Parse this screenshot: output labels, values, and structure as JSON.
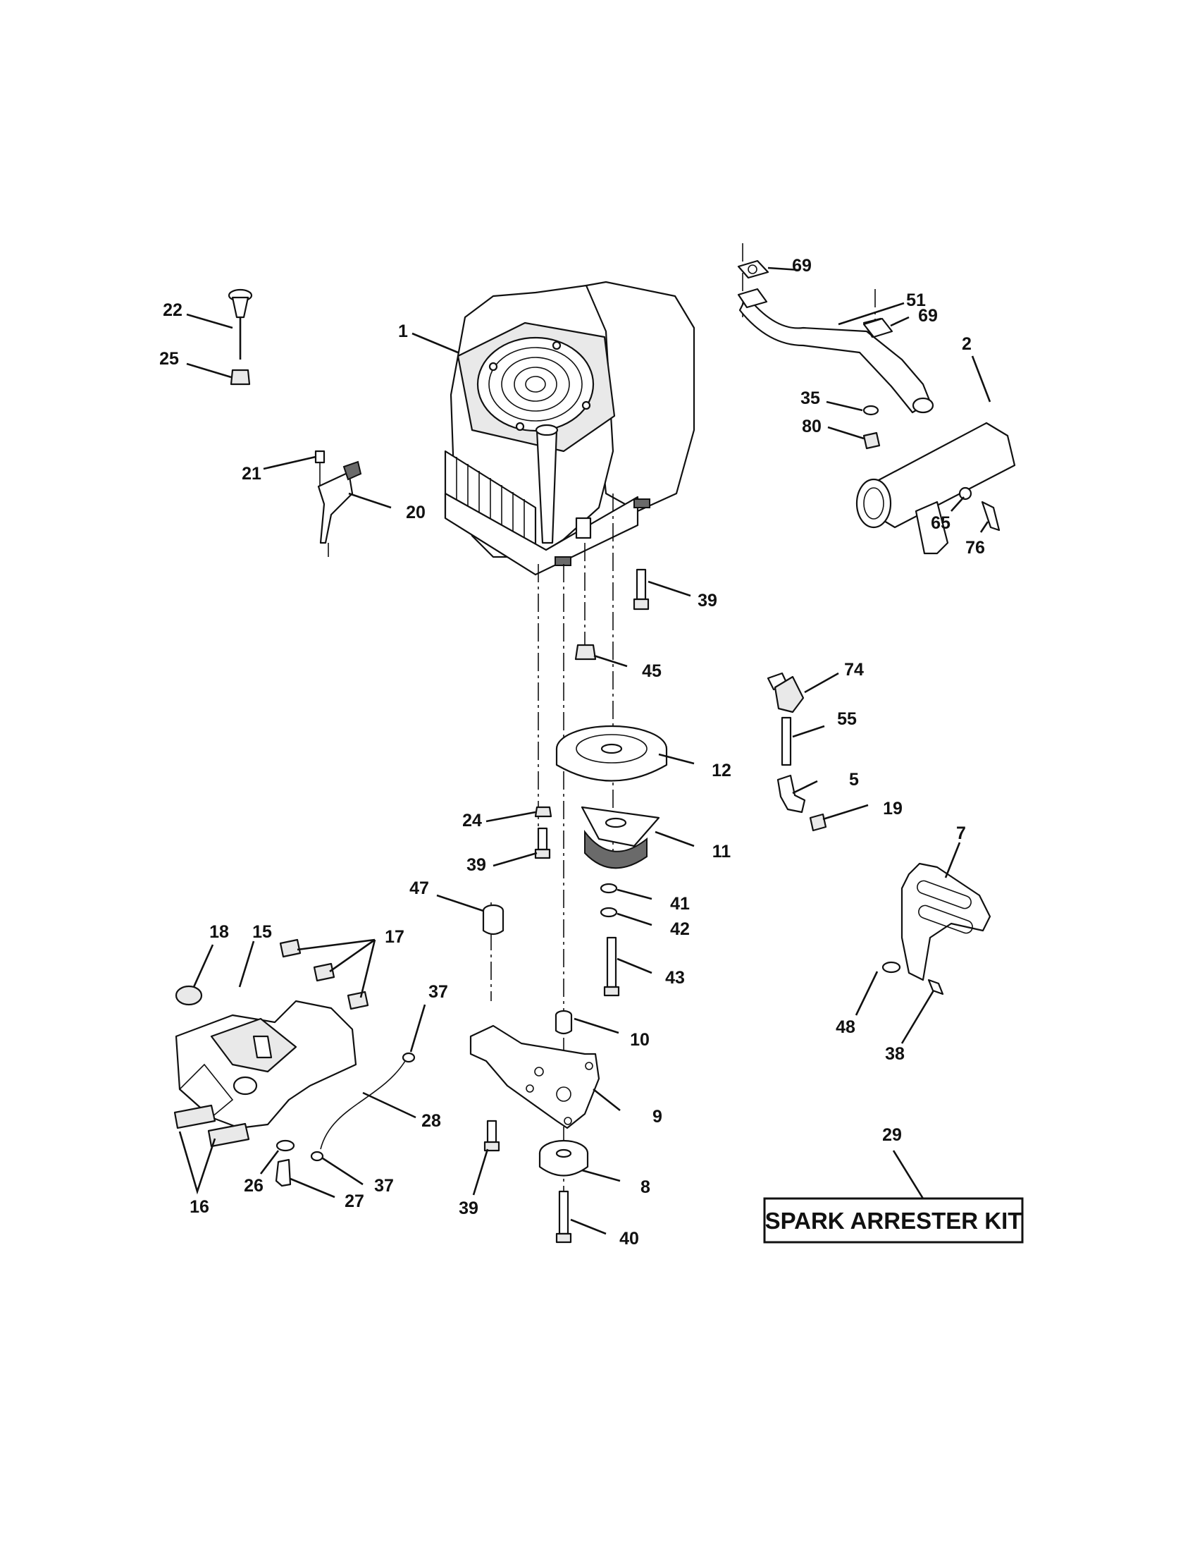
{
  "diagram": {
    "kit_box": {
      "label": "SPARK ARRESTER KIT",
      "callout": "29"
    },
    "callouts": {
      "c1": "1",
      "c2": "2",
      "c5": "5",
      "c7": "7",
      "c8": "8",
      "c9": "9",
      "c10": "10",
      "c11": "11",
      "c12": "12",
      "c15": "15",
      "c16": "16",
      "c17": "17",
      "c18": "18",
      "c19": "19",
      "c20": "20",
      "c21": "21",
      "c22": "22",
      "c24": "24",
      "c25": "25",
      "c26": "26",
      "c27": "27",
      "c28": "28",
      "c35": "35",
      "c37a": "37",
      "c37b": "37",
      "c38": "38",
      "c39a": "39",
      "c39b": "39",
      "c39c": "39",
      "c40": "40",
      "c41": "41",
      "c42": "42",
      "c43": "43",
      "c45": "45",
      "c47": "47",
      "c48": "48",
      "c51": "51",
      "c55": "55",
      "c65": "65",
      "c69a": "69",
      "c69b": "69",
      "c74": "74",
      "c76": "76",
      "c80": "80"
    }
  }
}
